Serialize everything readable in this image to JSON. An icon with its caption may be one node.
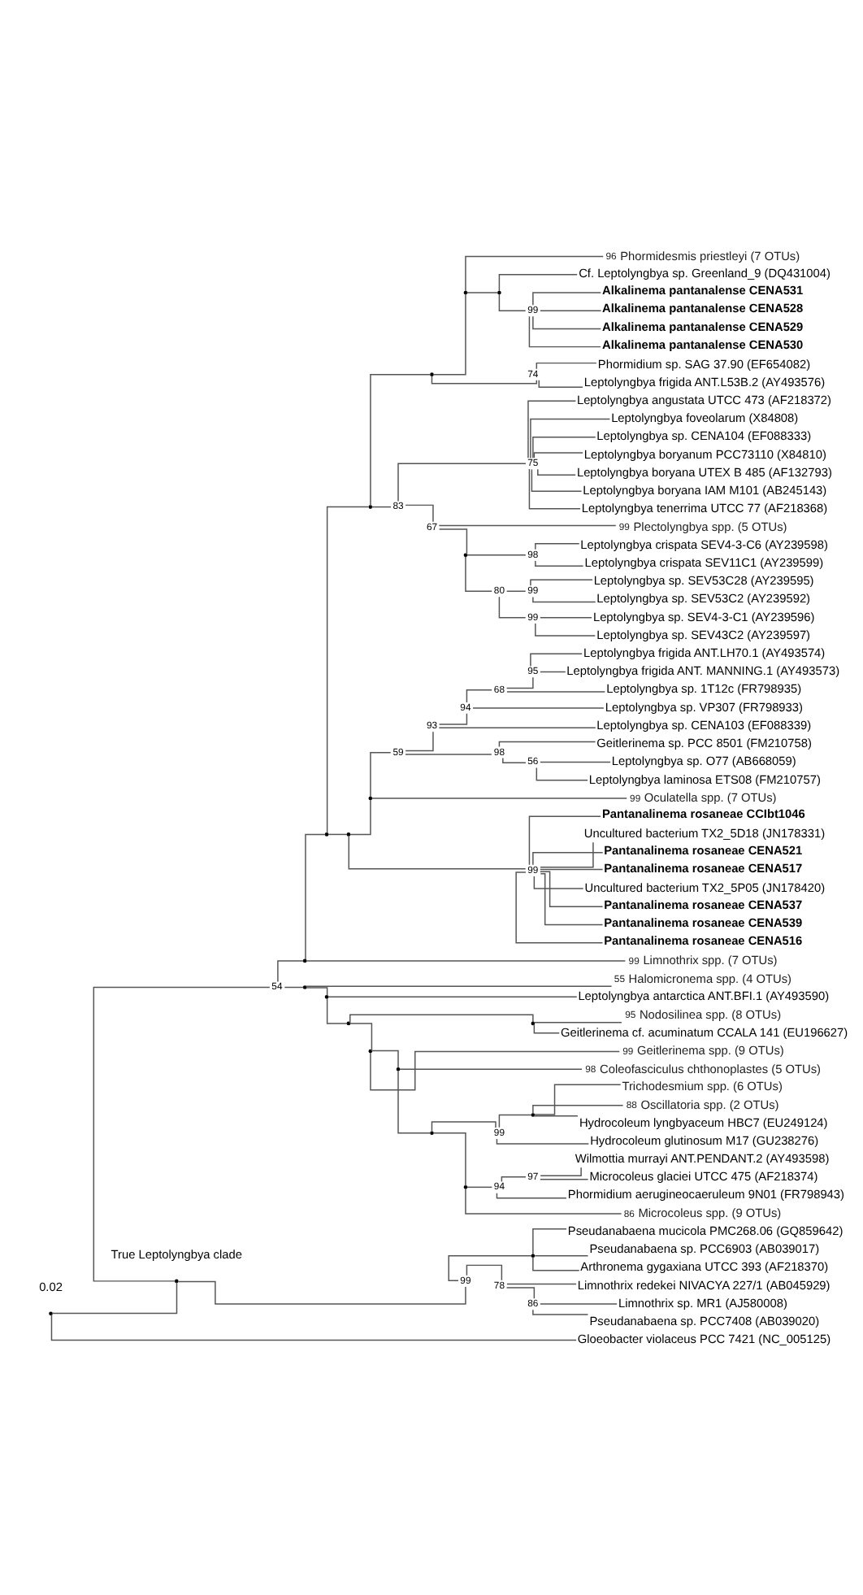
{
  "diagram": {
    "nodes": [
      {
        "text": [],
        "shape": "point"
      },
      {
        "text": [],
        "shape": "point"
      },
      {
        "text": [],
        "shape": "point",
        "beside": [
          "54"
        ]
      },
      {
        "text": [],
        "shape": "point"
      },
      {
        "text": [],
        "shape": "point"
      },
      {
        "text": [],
        "shape": "point"
      },
      {
        "text": [],
        "shape": "point"
      },
      {
        "text": [],
        "shape": "point"
      },
      {
        "text": [
          "Phormidesmis priestleyi (7 OTUs)"
        ],
        "beside": [
          "96"
        ]
      },
      {
        "text": [],
        "shape": "point"
      },
      {
        "text": [
          "Cf. Leptolyngbya sp. Greenland_9 (DQ431004)"
        ]
      },
      {
        "text": [],
        "shape": "point",
        "beside": [
          "99"
        ]
      },
      {
        "text": [
          "Alkalinema pantanalense CENA531"
        ]
      },
      {
        "text": [
          "Alkalinema pantanalense CENA528"
        ]
      },
      {
        "text": [
          "Alkalinema pantanalense CENA529"
        ]
      },
      {
        "text": [
          "Alkalinema pantanalense CENA530"
        ]
      },
      {
        "text": [],
        "shape": "point",
        "beside": [
          "74"
        ]
      },
      {
        "text": [
          "Phormidium sp. SAG 37.90 (EF654082)"
        ]
      },
      {
        "text": [
          "Leptolyngbya frigida ANT.L53B.2 (AY493576)"
        ]
      },
      {
        "text": [],
        "shape": "point",
        "beside": [
          "83"
        ]
      },
      {
        "text": [],
        "shape": "point",
        "beside": [
          "75"
        ]
      },
      {
        "text": [
          "Leptolyngbya angustata UTCC 473 (AF218372)"
        ]
      },
      {
        "text": [
          "Leptolyngbya foveolarum (X84808)"
        ]
      },
      {
        "text": [
          "Leptolyngbya sp. CENA104 (EF088333)"
        ]
      },
      {
        "text": [
          "Leptolyngbya boryanum PCC73110 (X84810)"
        ]
      },
      {
        "text": [
          "Leptolyngbya boryana UTEX B 485 (AF132793)"
        ]
      },
      {
        "text": [
          "Leptolyngbya boryana IAM M101 (AB245143)"
        ]
      },
      {
        "text": [
          "Leptolyngbya tenerrima UTCC 77 (AF218368)"
        ]
      },
      {
        "text": [],
        "shape": "point",
        "beside": [
          "67"
        ]
      },
      {
        "text": [
          "Plectolyngbya spp. (5 OTUs)"
        ],
        "beside": [
          "99"
        ]
      },
      {
        "text": [],
        "shape": "point"
      },
      {
        "text": [],
        "shape": "point",
        "beside": [
          "98"
        ]
      },
      {
        "text": [
          "Leptolyngbya crispata SEV4-3-C6 (AY239598)"
        ]
      },
      {
        "text": [
          "Leptolyngbya crispata SEV11C1 (AY239599)"
        ]
      },
      {
        "text": [],
        "shape": "point",
        "beside": [
          "80"
        ]
      },
      {
        "text": [],
        "shape": "point",
        "beside": [
          "99"
        ]
      },
      {
        "text": [
          "Leptolyngbya sp. SEV53C28 (AY239595)"
        ]
      },
      {
        "text": [
          "Leptolyngbya sp. SEV53C2 (AY239592)"
        ]
      },
      {
        "text": [],
        "shape": "point",
        "beside": [
          "99"
        ]
      },
      {
        "text": [
          "Leptolyngbya sp. SEV4-3-C1 (AY239596)"
        ]
      },
      {
        "text": [
          "Leptolyngbya sp. SEV43C2 (AY239597)"
        ]
      },
      {
        "text": [],
        "shape": "point"
      },
      {
        "text": [],
        "shape": "point"
      },
      {
        "text": [],
        "shape": "point",
        "beside": [
          "59"
        ]
      },
      {
        "text": [],
        "shape": "point",
        "beside": [
          "93"
        ]
      },
      {
        "text": [],
        "shape": "point",
        "beside": [
          "94"
        ]
      },
      {
        "text": [],
        "shape": "point",
        "beside": [
          "68"
        ]
      },
      {
        "text": [],
        "shape": "point",
        "beside": [
          "95"
        ]
      },
      {
        "text": [
          "Leptolyngbya frigida ANT.LH70.1 (AY493574)"
        ]
      },
      {
        "text": [
          "Leptolyngbya frigida ANT. MANNING.1 (AY493573)"
        ]
      },
      {
        "text": [
          "Leptolyngbya sp. 1T12c (FR798935)"
        ]
      },
      {
        "text": [
          "Leptolyngbya sp. VP307 (FR798933)"
        ]
      },
      {
        "text": [
          "Leptolyngbya sp. CENA103 (EF088339)"
        ]
      },
      {
        "text": [],
        "shape": "point",
        "beside": [
          "98"
        ]
      },
      {
        "text": [
          "Geitlerinema sp. PCC 8501 (FM210758)"
        ]
      },
      {
        "text": [],
        "shape": "point",
        "beside": [
          "56"
        ]
      },
      {
        "text": [
          "Leptolyngbya sp. O77 (AB668059)"
        ]
      },
      {
        "text": [
          "Leptolyngbya laminosa ETS08 (FM210757)"
        ]
      },
      {
        "text": [
          "Oculatella spp. (7 OTUs)"
        ],
        "beside": [
          "99"
        ]
      },
      {
        "text": [],
        "shape": "point",
        "beside": [
          "99"
        ]
      },
      {
        "text": [
          "Pantanalinema rosaneae CCIbt1046"
        ]
      },
      {
        "text": [
          "Uncultured bacterium TX2_5D18 (JN178331)"
        ]
      },
      {
        "text": [
          "Pantanalinema rosaneae CENA521"
        ]
      },
      {
        "text": [
          "Pantanalinema rosaneae CENA517"
        ]
      },
      {
        "text": [
          "Uncultured bacterium TX2_5P05 (JN178420)"
        ]
      },
      {
        "text": [
          "Pantanalinema rosaneae CENA537"
        ]
      },
      {
        "text": [
          "Pantanalinema rosaneae CENA539"
        ]
      },
      {
        "text": [
          "Pantanalinema rosaneae CENA516"
        ]
      },
      {
        "text": [
          "Limnothrix spp. (7 OTUs)"
        ],
        "beside": [
          "99"
        ]
      },
      {
        "text": [],
        "shape": "point"
      },
      {
        "text": [
          "Halomicronema spp. (4 OTUs)"
        ],
        "beside": [
          "55"
        ]
      },
      {
        "text": [],
        "shape": "point"
      },
      {
        "text": [
          "Leptolyngbya antarctica ANT.BFI.1 (AY493590)"
        ]
      },
      {
        "text": [],
        "shape": "point"
      },
      {
        "text": [],
        "shape": "point"
      },
      {
        "text": [
          "Nodosilinea spp. (8 OTUs)"
        ],
        "beside": [
          "95"
        ]
      },
      {
        "text": [
          "Geitlerinema cf. acuminatum CCALA 141 (EU196627)"
        ]
      },
      {
        "text": [],
        "shape": "point"
      },
      {
        "text": [
          "Geitlerinema spp. (9 OTUs)"
        ],
        "beside": [
          "99"
        ]
      },
      {
        "text": [],
        "shape": "point"
      },
      {
        "text": [
          "Coleofasciculus chthonoplastes (5 OTUs)"
        ],
        "beside": [
          "98"
        ]
      },
      {
        "text": [],
        "shape": "point"
      },
      {
        "text": [],
        "shape": "point",
        "beside": [
          "99"
        ]
      },
      {
        "text": [],
        "shape": "point"
      },
      {
        "text": [
          "Trichodesmium spp. (6 OTUs)"
        ]
      },
      {
        "text": [
          "Oscillatoria spp. (2 OTUs)"
        ],
        "beside": [
          "88"
        ]
      },
      {
        "text": [
          "Hydrocoleum lyngbyaceum HBC7 (EU249124)"
        ]
      },
      {
        "text": [
          "Hydrocoleum glutinosum M17 (GU238276)"
        ]
      },
      {
        "text": [],
        "shape": "point"
      },
      {
        "text": [],
        "shape": "point",
        "beside": [
          "94"
        ]
      },
      {
        "text": [],
        "shape": "point",
        "beside": [
          "97"
        ]
      },
      {
        "text": [
          "Wilmottia murrayi ANT.PENDANT.2 (AY493598)"
        ]
      },
      {
        "text": [
          "Microcoleus glaciei UTCC 475 (AF218374)"
        ]
      },
      {
        "text": [
          "Phormidium aerugineocaeruleum 9N01 (FR798943)"
        ]
      },
      {
        "text": [
          "Microcoleus spp. (9 OTUs)"
        ],
        "beside": [
          "86"
        ]
      },
      {
        "text": [],
        "shape": "point",
        "beside": [
          "99"
        ]
      },
      {
        "text": [],
        "shape": "point"
      },
      {
        "text": [
          "Pseudanabaena mucicola PMC268.06 (GQ859642)"
        ]
      },
      {
        "text": [
          "Pseudanabaena sp. PCC6903 (AB039017)"
        ]
      },
      {
        "text": [
          "Arthronema gygaxiana UTCC 393 (AF218370)"
        ]
      },
      {
        "text": [],
        "shape": "point",
        "beside": [
          "78"
        ]
      },
      {
        "text": [
          "Limnothrix redekei NIVACYA 227/1 (AB045929)"
        ]
      },
      {
        "text": [],
        "shape": "point",
        "beside": [
          "86"
        ]
      },
      {
        "text": [
          "Limnothrix sp. MR1 (AJ580008)"
        ]
      },
      {
        "text": [
          "Pseudanabaena sp. PCC7408 (AB039020)"
        ]
      },
      {
        "text": [
          "Gloeobacter violaceus PCC 7421 (NC_005125)"
        ]
      }
    ],
    "edges": [
      {
        "from": 0,
        "to": 1,
        "arrow": "none"
      },
      {
        "from": 0,
        "to": 105,
        "arrow": "none"
      },
      {
        "from": 1,
        "to": 2,
        "arrow": "none"
      },
      {
        "from": 1,
        "to": 95,
        "arrow": "none"
      },
      {
        "from": 2,
        "to": 3,
        "arrow": "none"
      },
      {
        "from": 2,
        "to": 69,
        "arrow": "none"
      },
      {
        "from": 3,
        "to": 4,
        "arrow": "none"
      },
      {
        "from": 3,
        "to": 68,
        "arrow": "none"
      },
      {
        "from": 4,
        "to": 5,
        "arrow": "none"
      },
      {
        "from": 4,
        "to": 41,
        "arrow": "none"
      },
      {
        "from": 5,
        "to": 6,
        "arrow": "none"
      },
      {
        "from": 5,
        "to": 19,
        "arrow": "none"
      },
      {
        "from": 6,
        "to": 7,
        "arrow": "none"
      },
      {
        "from": 6,
        "to": 16,
        "arrow": "none"
      },
      {
        "from": 7,
        "to": 8,
        "arrow": "none"
      },
      {
        "from": 7,
        "to": 9,
        "arrow": "none"
      },
      {
        "from": 9,
        "to": 10,
        "arrow": "none"
      },
      {
        "from": 9,
        "to": 11,
        "arrow": "none"
      },
      {
        "from": 11,
        "to": 12,
        "arrow": "none"
      },
      {
        "from": 11,
        "to": 13,
        "arrow": "none"
      },
      {
        "from": 11,
        "to": 14,
        "arrow": "none"
      },
      {
        "from": 11,
        "to": 15,
        "arrow": "none"
      },
      {
        "from": 16,
        "to": 17,
        "arrow": "none"
      },
      {
        "from": 16,
        "to": 18,
        "arrow": "none"
      },
      {
        "from": 19,
        "to": 20,
        "arrow": "none"
      },
      {
        "from": 19,
        "to": 28,
        "arrow": "none"
      },
      {
        "from": 20,
        "to": 21,
        "arrow": "none"
      },
      {
        "from": 20,
        "to": 22,
        "arrow": "none"
      },
      {
        "from": 20,
        "to": 23,
        "arrow": "none"
      },
      {
        "from": 20,
        "to": 24,
        "arrow": "none"
      },
      {
        "from": 20,
        "to": 25,
        "arrow": "none"
      },
      {
        "from": 20,
        "to": 26,
        "arrow": "none"
      },
      {
        "from": 20,
        "to": 27,
        "arrow": "none"
      },
      {
        "from": 28,
        "to": 29,
        "arrow": "none"
      },
      {
        "from": 28,
        "to": 30,
        "arrow": "none"
      },
      {
        "from": 30,
        "to": 31,
        "arrow": "none"
      },
      {
        "from": 30,
        "to": 34,
        "arrow": "none"
      },
      {
        "from": 31,
        "to": 32,
        "arrow": "none"
      },
      {
        "from": 31,
        "to": 33,
        "arrow": "none"
      },
      {
        "from": 34,
        "to": 35,
        "arrow": "none"
      },
      {
        "from": 34,
        "to": 38,
        "arrow": "none"
      },
      {
        "from": 35,
        "to": 36,
        "arrow": "none"
      },
      {
        "from": 35,
        "to": 37,
        "arrow": "none"
      },
      {
        "from": 38,
        "to": 39,
        "arrow": "none"
      },
      {
        "from": 38,
        "to": 40,
        "arrow": "none"
      },
      {
        "from": 41,
        "to": 42,
        "arrow": "none"
      },
      {
        "from": 41,
        "to": 59,
        "arrow": "none"
      },
      {
        "from": 42,
        "to": 43,
        "arrow": "none"
      },
      {
        "from": 42,
        "to": 58,
        "arrow": "none"
      },
      {
        "from": 43,
        "to": 44,
        "arrow": "none"
      },
      {
        "from": 43,
        "to": 53,
        "arrow": "none"
      },
      {
        "from": 44,
        "to": 45,
        "arrow": "none"
      },
      {
        "from": 44,
        "to": 52,
        "arrow": "none"
      },
      {
        "from": 45,
        "to": 46,
        "arrow": "none"
      },
      {
        "from": 45,
        "to": 51,
        "arrow": "none"
      },
      {
        "from": 46,
        "to": 47,
        "arrow": "none"
      },
      {
        "from": 46,
        "to": 50,
        "arrow": "none"
      },
      {
        "from": 47,
        "to": 48,
        "arrow": "none"
      },
      {
        "from": 47,
        "to": 49,
        "arrow": "none"
      },
      {
        "from": 53,
        "to": 54,
        "arrow": "none"
      },
      {
        "from": 53,
        "to": 55,
        "arrow": "none"
      },
      {
        "from": 55,
        "to": 56,
        "arrow": "none"
      },
      {
        "from": 55,
        "to": 57,
        "arrow": "none"
      },
      {
        "from": 59,
        "to": 60,
        "arrow": "none"
      },
      {
        "from": 59,
        "to": 61,
        "arrow": "none"
      },
      {
        "from": 59,
        "to": 62,
        "arrow": "none"
      },
      {
        "from": 59,
        "to": 63,
        "arrow": "none"
      },
      {
        "from": 59,
        "to": 64,
        "arrow": "none"
      },
      {
        "from": 59,
        "to": 65,
        "arrow": "none"
      },
      {
        "from": 59,
        "to": 66,
        "arrow": "none"
      },
      {
        "from": 59,
        "to": 67,
        "arrow": "none"
      },
      {
        "from": 69,
        "to": 70,
        "arrow": "none"
      },
      {
        "from": 69,
        "to": 71,
        "arrow": "none"
      },
      {
        "from": 71,
        "to": 72,
        "arrow": "none"
      },
      {
        "from": 71,
        "to": 73,
        "arrow": "none"
      },
      {
        "from": 73,
        "to": 74,
        "arrow": "none"
      },
      {
        "from": 73,
        "to": 77,
        "arrow": "none"
      },
      {
        "from": 74,
        "to": 75,
        "arrow": "none"
      },
      {
        "from": 74,
        "to": 76,
        "arrow": "none"
      },
      {
        "from": 77,
        "to": 78,
        "arrow": "none"
      },
      {
        "from": 77,
        "to": 79,
        "arrow": "none"
      },
      {
        "from": 79,
        "to": 80,
        "arrow": "none"
      },
      {
        "from": 79,
        "to": 81,
        "arrow": "none"
      },
      {
        "from": 81,
        "to": 82,
        "arrow": "none"
      },
      {
        "from": 81,
        "to": 88,
        "arrow": "none"
      },
      {
        "from": 82,
        "to": 83,
        "arrow": "none"
      },
      {
        "from": 82,
        "to": 87,
        "arrow": "none"
      },
      {
        "from": 83,
        "to": 84,
        "arrow": "none"
      },
      {
        "from": 83,
        "to": 85,
        "arrow": "none"
      },
      {
        "from": 83,
        "to": 86,
        "arrow": "none"
      },
      {
        "from": 88,
        "to": 89,
        "arrow": "none"
      },
      {
        "from": 88,
        "to": 94,
        "arrow": "none"
      },
      {
        "from": 89,
        "to": 90,
        "arrow": "none"
      },
      {
        "from": 89,
        "to": 93,
        "arrow": "none"
      },
      {
        "from": 90,
        "to": 91,
        "arrow": "none"
      },
      {
        "from": 90,
        "to": 92,
        "arrow": "none"
      },
      {
        "from": 95,
        "to": 96,
        "arrow": "none"
      },
      {
        "from": 95,
        "to": 100,
        "arrow": "none"
      },
      {
        "from": 96,
        "to": 97,
        "arrow": "none"
      },
      {
        "from": 96,
        "to": 98,
        "arrow": "none"
      },
      {
        "from": 96,
        "to": 99,
        "arrow": "none"
      },
      {
        "from": 100,
        "to": 101,
        "arrow": "none"
      },
      {
        "from": 100,
        "to": 102,
        "arrow": "none"
      },
      {
        "from": 102,
        "to": 103,
        "arrow": "none"
      },
      {
        "from": 102,
        "to": 104,
        "arrow": "none"
      }
    ],
    "labels": [
      "0.02",
      "True Leptolyngbya clade"
    ]
  }
}
